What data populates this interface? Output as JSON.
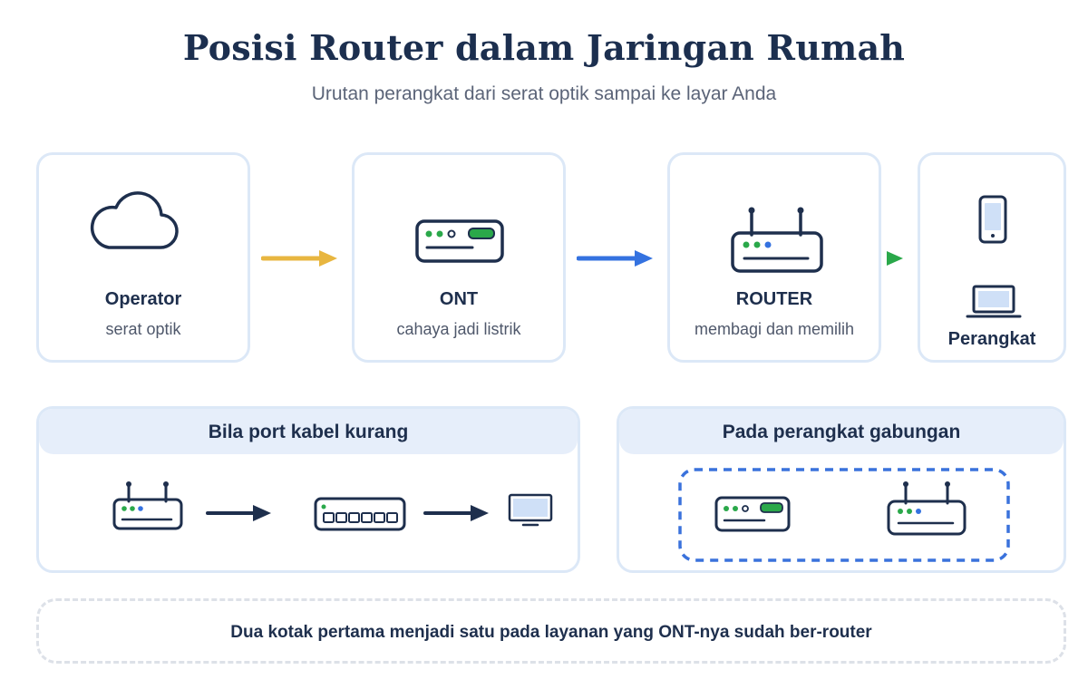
{
  "header": {
    "title": "Posisi Router dalam Jaringan Rumah",
    "subtitle": "Urutan perangkat dari serat optik sampai ke layar Anda"
  },
  "flow": {
    "operator": {
      "label": "Operator",
      "sub": "serat optik",
      "icon": "cloud-icon"
    },
    "ont": {
      "label": "ONT",
      "sub": "cahaya jadi listrik",
      "icon": "ont-device-icon"
    },
    "router": {
      "label": "ROUTER",
      "sub": "membagi dan memilih",
      "icon": "router-icon"
    },
    "devices": {
      "label": "Perangkat",
      "icons": [
        "smartphone-icon",
        "laptop-icon"
      ]
    },
    "arrow_colors": [
      "#e8b640",
      "#3472e0",
      "#2aa84a"
    ]
  },
  "panels": {
    "ports": {
      "title": "Bila port kabel kurang",
      "icons": [
        "router-icon",
        "switch-icon",
        "monitor-icon"
      ]
    },
    "combined": {
      "title": "Pada perangkat gabungan",
      "icons": [
        "ont-device-icon",
        "router-icon"
      ]
    }
  },
  "note": {
    "text": "Dua kotak pertama menjadi satu pada layanan yang ONT-nya sudah ber-router"
  },
  "colors": {
    "dark": "#1e2f4d",
    "card_border": "#dce8f7",
    "panel_header": "#e6eefa",
    "green_led": "#2aa84a",
    "blue_led": "#3472e0",
    "dashed_blue": "#3a72dc"
  }
}
